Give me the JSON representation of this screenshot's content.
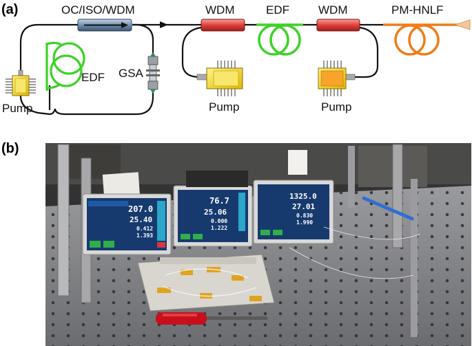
{
  "panel_a": {
    "tag": "(a)",
    "labels": {
      "oc_iso_wdm": "OC/ISO/WDM",
      "edf_1": "EDF",
      "gsa": "GSA",
      "pump_1": "Pump",
      "wdm_1": "WDM",
      "edf_2": "EDF",
      "wdm_2": "WDM",
      "pm_hnlf": "PM-HNLF",
      "pump_2": "Pump",
      "pump_3": "Pump"
    },
    "colors": {
      "fiber": "#111111",
      "edf": "#3fd12a",
      "wdm": "#e0403a",
      "oc": "#6f8fb0",
      "hnlf": "#ef7d1a",
      "pump": "#f2dc2a"
    }
  },
  "panel_b": {
    "tag": "(b)",
    "screens": [
      {
        "value1": "207.0",
        "value2": "25.40",
        "value3": "0.412",
        "value4": "1.393"
      },
      {
        "value1": "76.7",
        "value2": "25.06",
        "value3": "0.000",
        "value4": "1.222"
      },
      {
        "value1": "1325.0",
        "value2": "27.01",
        "value3": "0.830",
        "value4": "1.990"
      }
    ],
    "photo_description_icon": "photo-icon"
  }
}
